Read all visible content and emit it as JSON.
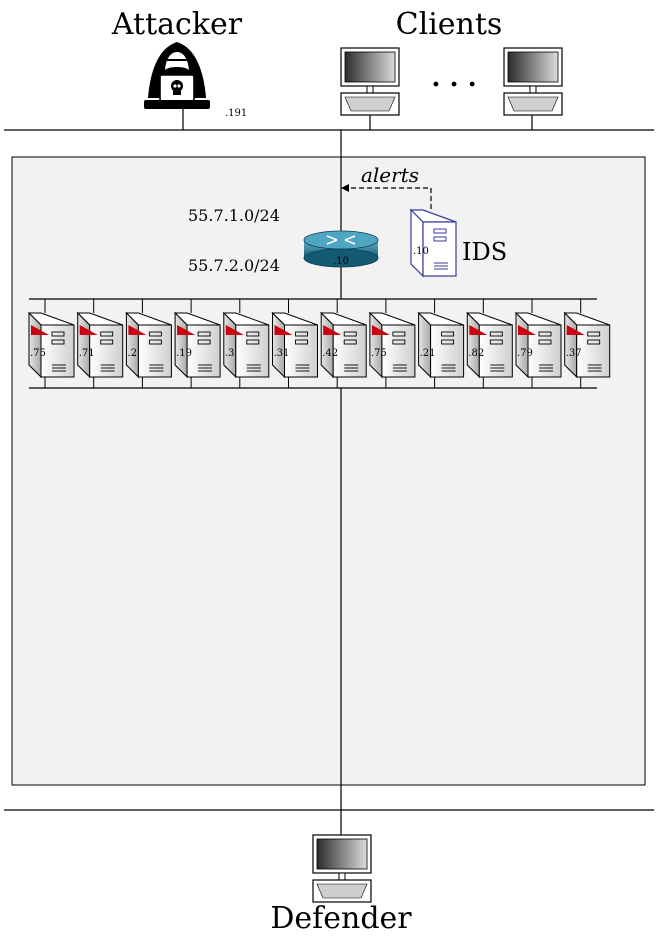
{
  "title_attacker": "Attacker",
  "title_clients": "Clients",
  "title_defender": "Defender",
  "attacker_ip": ".191",
  "clients_ellipsis": "· · ·",
  "subnet_1": "55.7.1.0/24",
  "subnet_2": "55.7.2.0/24",
  "router_ip": ".10",
  "ids_ip": ".10",
  "ids_label": "IDS",
  "alerts_label": "alerts",
  "servers": [
    {
      "ip": ".75",
      "flag": true
    },
    {
      "ip": ".71",
      "flag": true
    },
    {
      "ip": ".2",
      "flag": true
    },
    {
      "ip": ".19",
      "flag": true
    },
    {
      "ip": ".3",
      "flag": true
    },
    {
      "ip": ".31",
      "flag": true
    },
    {
      "ip": ".42",
      "flag": true
    },
    {
      "ip": ".75",
      "flag": true
    },
    {
      "ip": ".21",
      "flag": false
    },
    {
      "ip": ".82",
      "flag": true
    },
    {
      "ip": ".79",
      "flag": true
    },
    {
      "ip": ".37",
      "flag": true
    }
  ],
  "colors": {
    "box_fill": "#f2f2f2",
    "router": "#1f7a96",
    "ids_stroke": "#3a3a9e",
    "server_flag": "#cc0011"
  }
}
